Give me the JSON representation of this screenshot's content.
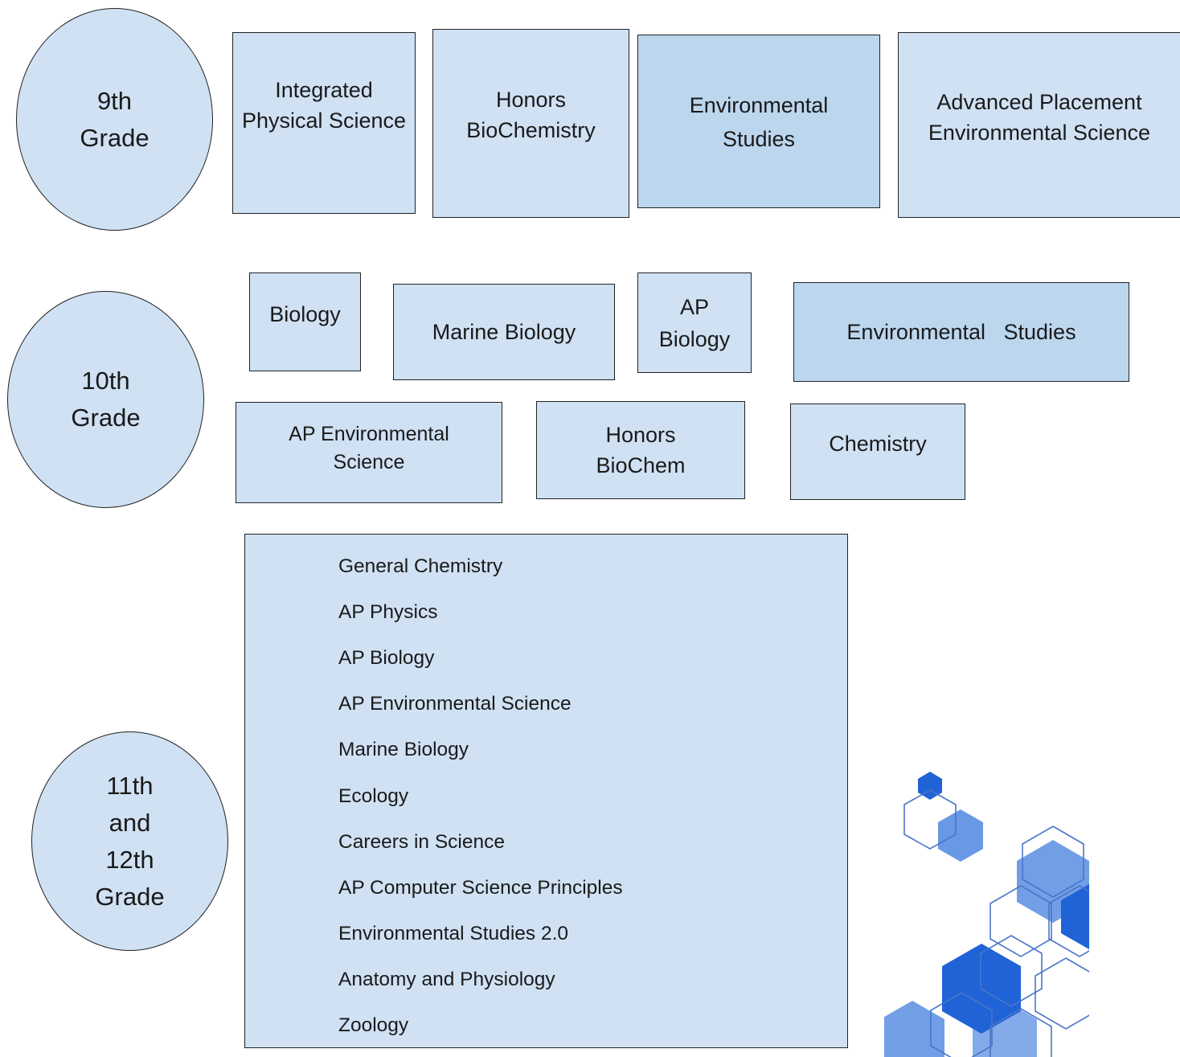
{
  "grades": {
    "ninth": [
      "9th",
      "Grade"
    ],
    "tenth": [
      "10th",
      "Grade"
    ],
    "upper": [
      "11th",
      "and",
      "12th",
      "Grade"
    ]
  },
  "ninth_courses": [
    [
      "Integrated",
      "Physical Science"
    ],
    [
      "Honors",
      "BioChemistry"
    ],
    [
      "Environmental",
      "Studies"
    ],
    [
      "Advanced Placement",
      "Environmental Science"
    ]
  ],
  "tenth_courses": {
    "biology": "Biology",
    "marine_biology": "Marine Biology",
    "ap_biology": [
      "AP",
      "Biology"
    ],
    "environmental_studies": "Environmental   Studies",
    "ap_environmental_science": [
      "AP Environmental",
      "Science"
    ],
    "honors_biochem": [
      "Honors",
      "BioChem"
    ],
    "chemistry": "Chemistry"
  },
  "upper_courses": [
    "General Chemistry",
    "AP Physics",
    "AP Biology",
    "AP Environmental Science",
    "Marine Biology",
    "Ecology",
    "Careers in Science",
    "AP Computer Science Principles",
    "Environmental Studies 2.0",
    "Anatomy and Physiology",
    "Zoology"
  ],
  "colors": {
    "box_fill": "#cfe1f3",
    "box_fill_dark": "#bcd6ee",
    "hex_dark": "#1f63d6",
    "hex_light": "#4f86e0",
    "hex_outline": "#4a74c9"
  }
}
